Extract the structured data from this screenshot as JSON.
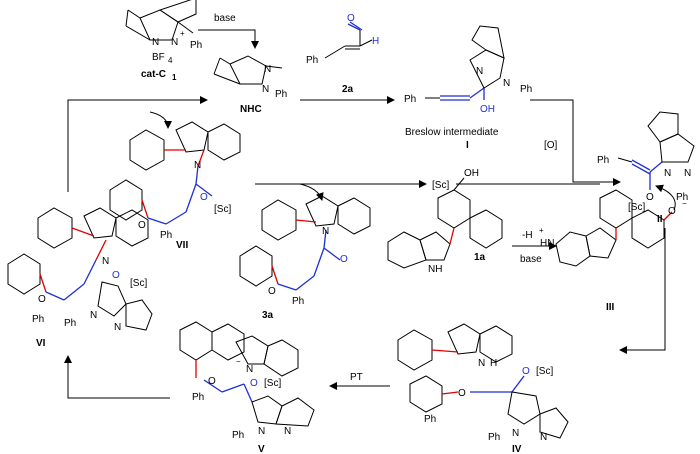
{
  "labels": {
    "base_top": "base",
    "cat_label": "cat-C",
    "cat_sub": "1",
    "bf4": "BF",
    "bf4_sub": "4",
    "nhc": "NHC",
    "compound_2a": "2a",
    "breslow": "Breslow intermediate",
    "roman_I": "I",
    "oxidant": "[O]",
    "roman_II": "II",
    "sc_mid": "[Sc]",
    "roman_VII": "VII",
    "compound_3a": "3a",
    "compound_1a": "1a",
    "minus_h": "-H",
    "minus_h_sup": "+",
    "base_mid": "base",
    "roman_III": "III",
    "roman_VI": "VI",
    "roman_V": "V",
    "roman_IV": "IV",
    "pt": "PT",
    "ph": "Ph",
    "sc": "[Sc]",
    "n": "N",
    "o": "O",
    "oh": "OH",
    "nh": "NH",
    "hn": "HN",
    "h": "H"
  },
  "colors": {
    "red": "#e00000",
    "blue": "#1f2fd6"
  }
}
